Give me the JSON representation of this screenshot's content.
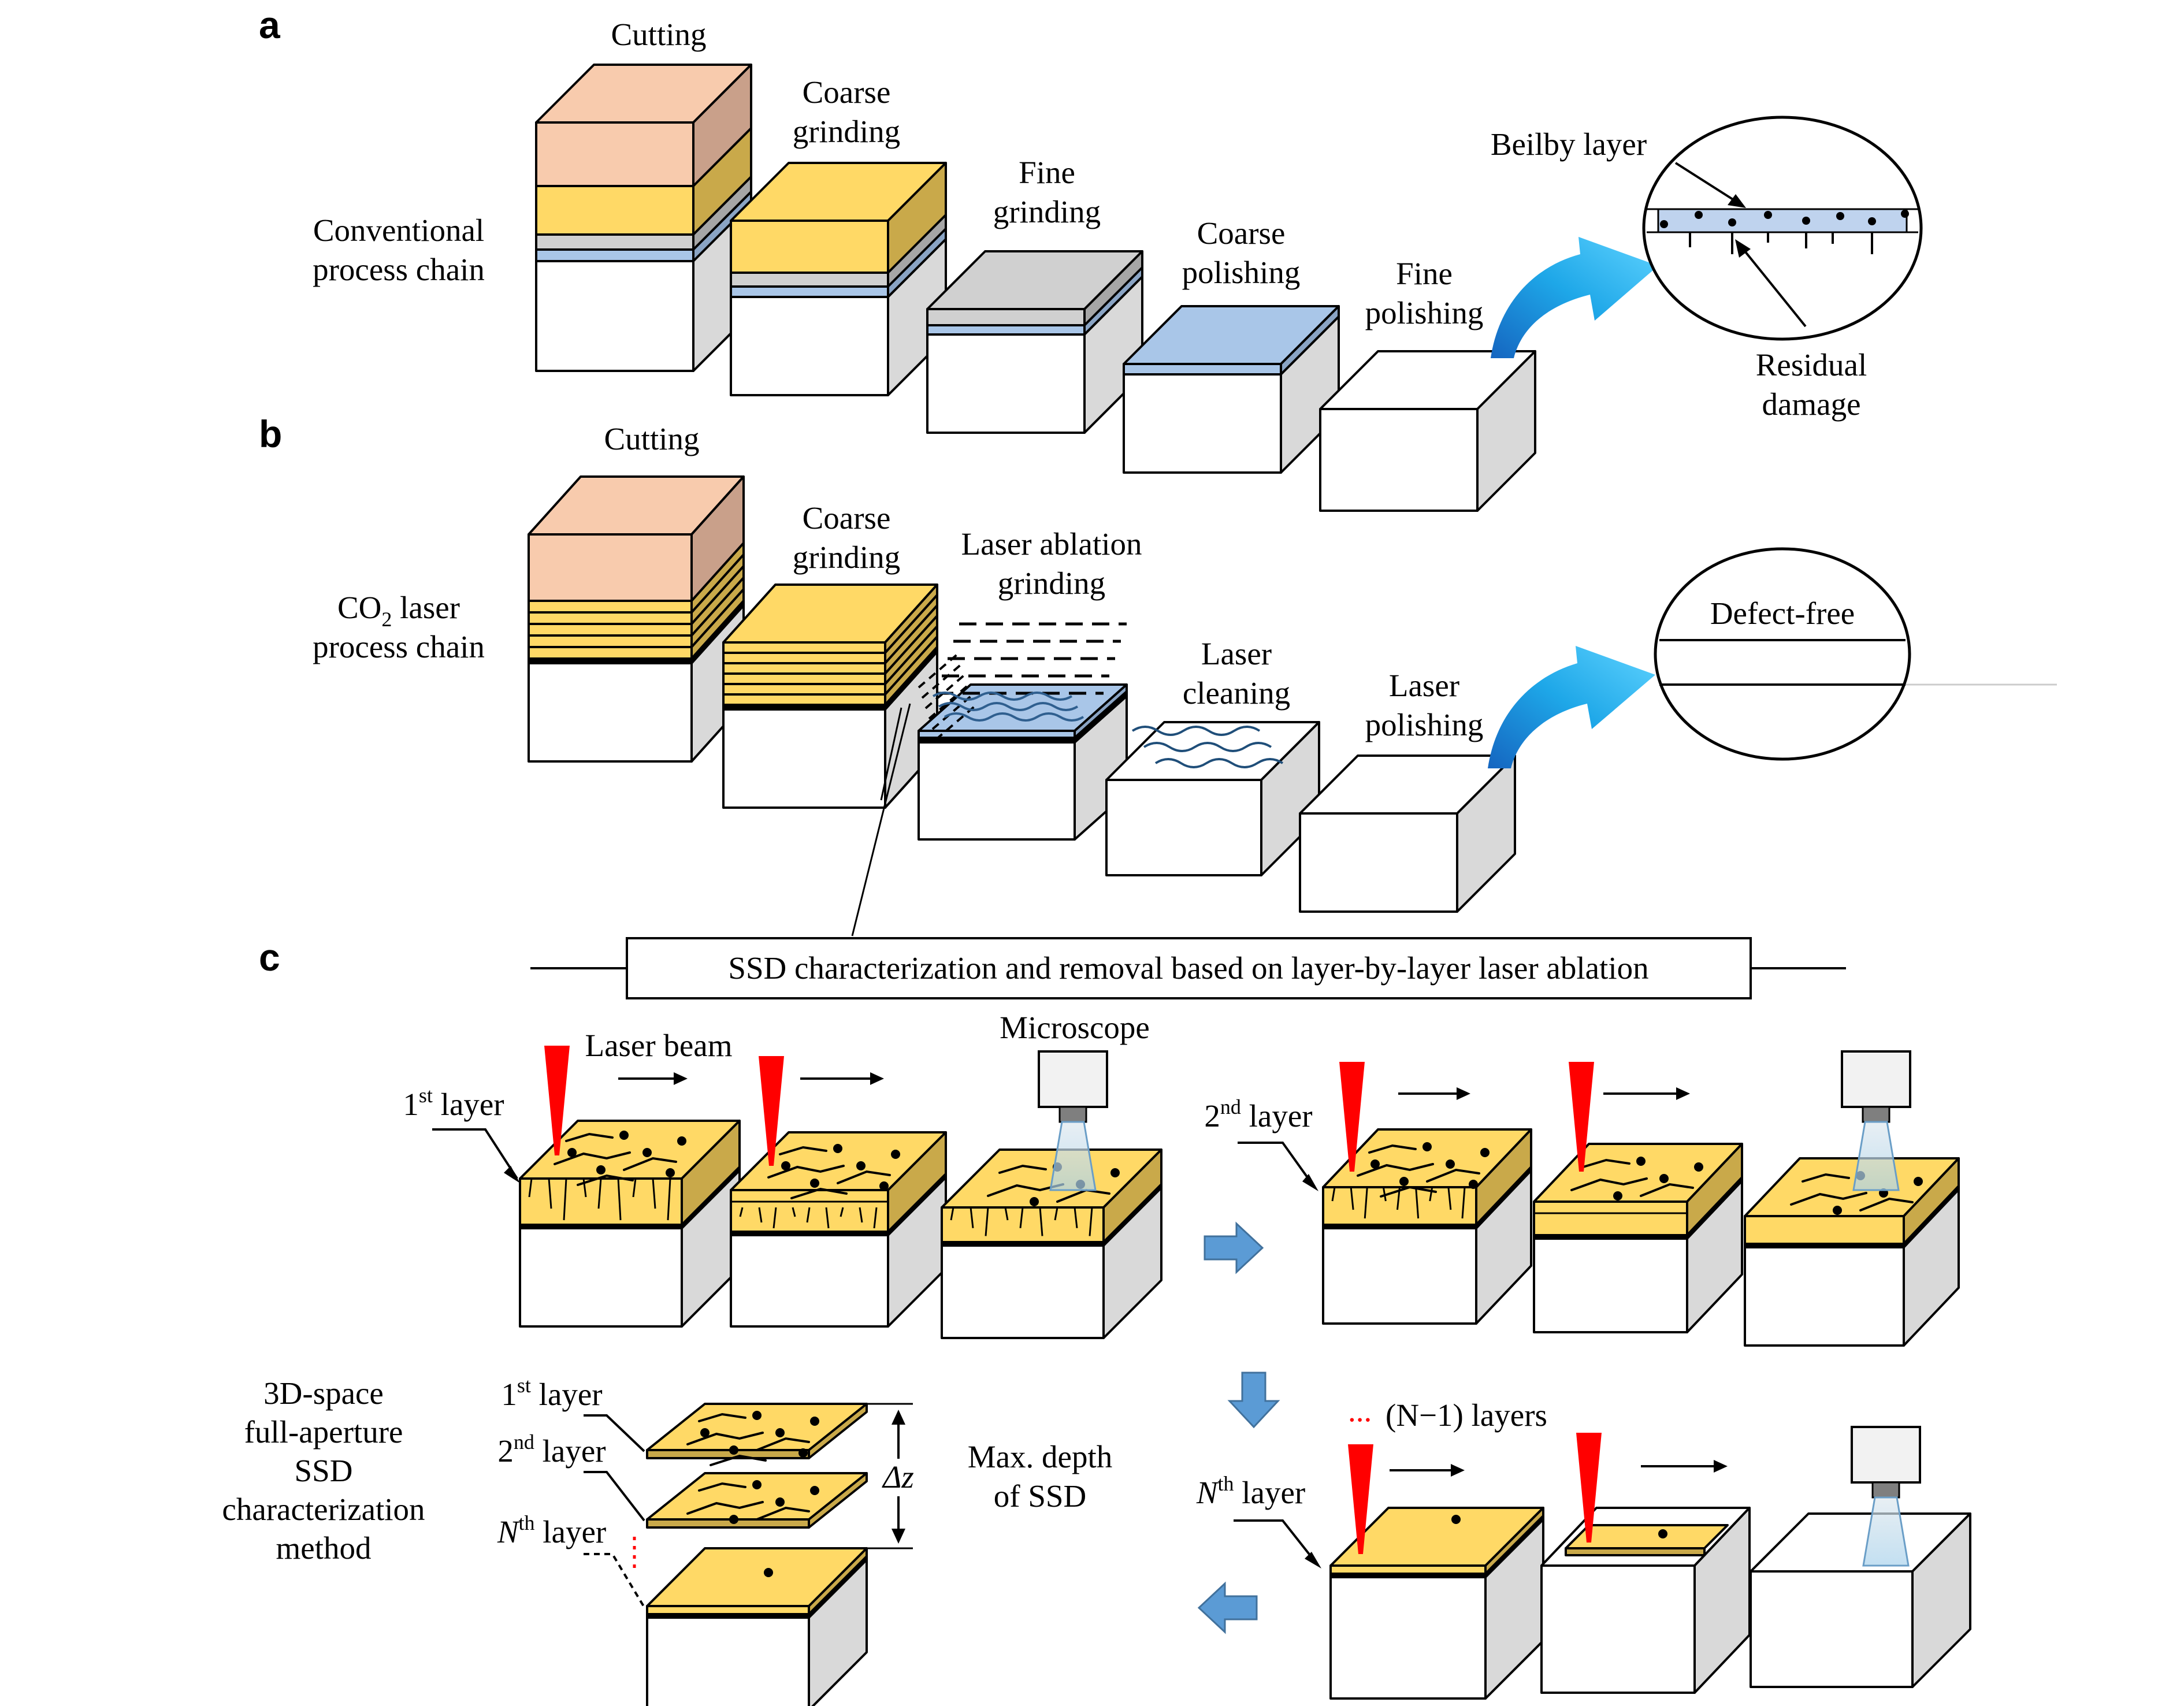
{
  "panels": {
    "a": "a",
    "b": "b",
    "c": "c"
  },
  "section_a": {
    "row_label_1": "Conventional",
    "row_label_2": "process chain",
    "steps": [
      {
        "line1": "Cutting",
        "line2": ""
      },
      {
        "line1": "Coarse",
        "line2": "grinding"
      },
      {
        "line1": "Fine",
        "line2": "grinding"
      },
      {
        "line1": "Coarse",
        "line2": "polishing"
      },
      {
        "line1": "Fine",
        "line2": "polishing"
      }
    ],
    "beilby_label": "Beilby layer",
    "residual_1": "Residual",
    "residual_2": "damage"
  },
  "section_b": {
    "row_label_1_main": "CO",
    "row_label_1_sub": "2",
    "row_label_1_rest": " laser",
    "row_label_2": "process chain",
    "steps": [
      {
        "line1": "Cutting",
        "line2": ""
      },
      {
        "line1": "Coarse",
        "line2": "grinding"
      },
      {
        "line1": "Laser ablation",
        "line2": "grinding"
      },
      {
        "line1": "Laser",
        "line2": "cleaning"
      },
      {
        "line1": "Laser",
        "line2": "polishing"
      }
    ],
    "defect_free": "Defect-free"
  },
  "section_c": {
    "title": "SSD characterization and removal based on layer-by-layer laser ablation",
    "laser_beam": "Laser beam",
    "microscope": "Microscope",
    "layer1_num": "1",
    "layer1_sup": "st",
    "layer2_num": "2",
    "layer2_sup": "nd",
    "layerN_num": "N",
    "layerN_sup": "th",
    "layer_word": " layer",
    "n_minus_1_dots": "...",
    "n_minus_1": "(N−1) layers",
    "method_lines": [
      "3D-space",
      "full-aperture",
      "SSD",
      "characterization",
      "method"
    ],
    "max_depth_1": "Max. depth",
    "max_depth_2": "of SSD",
    "delta_z": "Δz"
  },
  "colors": {
    "peach": "#f8cbad",
    "peach_side": "#c9a08a",
    "yellow": "#ffd966",
    "yellow_side": "#c9a94a",
    "gray": "#d0d0d0",
    "gray_side": "#a6a6a6",
    "blue": "#a9c6e8",
    "blue_side": "#8aa4c4",
    "substrate_side": "#d9d9d9",
    "laser_red": "#ff0000",
    "arrow_cyan": "#1ea7e8",
    "flow_arrow": "#5b9bd5"
  }
}
